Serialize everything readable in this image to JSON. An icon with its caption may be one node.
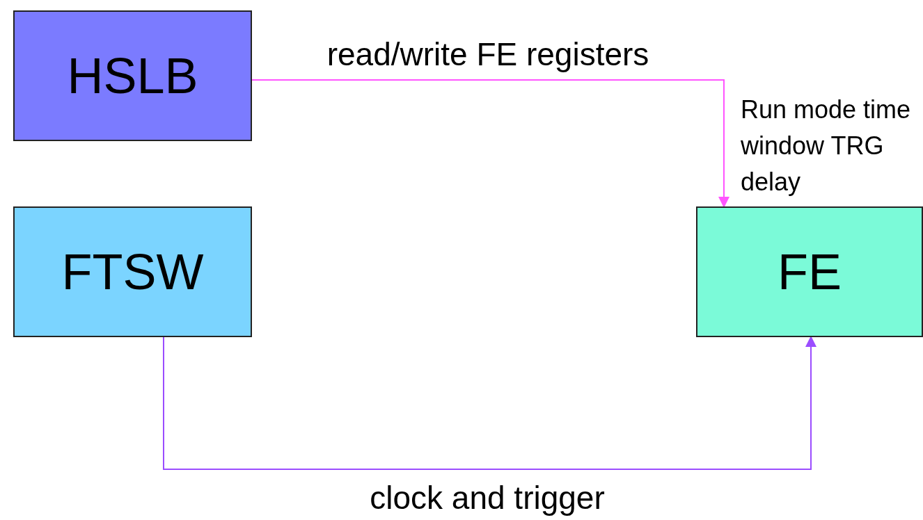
{
  "diagram": {
    "nodes": [
      {
        "text": [
          "HSLB"
        ]
      },
      {
        "text": [
          "FTSW"
        ]
      },
      {
        "text": [
          "FE"
        ]
      }
    ],
    "edges": [
      {
        "from": 0,
        "to": 2,
        "arrow": "to",
        "label": "read/write FE registers",
        "color": "#ff55ff"
      },
      {
        "from": 1,
        "to": 2,
        "arrow": "to",
        "label": "clock and trigger",
        "color": "#9b4dff"
      }
    ],
    "labels": [
      "Run mode time window TRG delay"
    ]
  }
}
